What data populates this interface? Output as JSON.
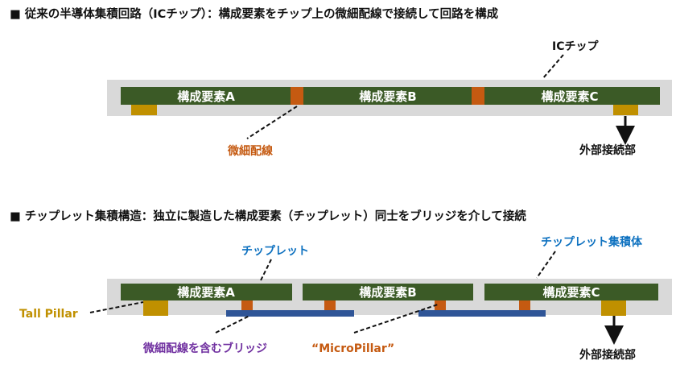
{
  "section1": {
    "title": "■ 従来の半導体集積回路（ICチップ）：構成要素をチップ上の微細配線で接続して回路を構成",
    "components": [
      "構成要素A",
      "構成要素B",
      "構成要素C"
    ],
    "labels": {
      "chip": "ICチップ",
      "wiring": "微細配線",
      "external": "外部接続部"
    }
  },
  "section2": {
    "title": "■ チップレット集積構造：独立に製造した構成要素（チップレット）同士をブリッジを介して接続",
    "components": [
      "構成要素A",
      "構成要素B",
      "構成要素C"
    ],
    "labels": {
      "chiplet": "チップレット",
      "assembly": "チップレット集積体",
      "tall_pillar": "Tall Pillar",
      "bridge": "微細配線を含むブリッジ",
      "micropillar": "“MicroPillar”",
      "external": "外部接続部"
    }
  },
  "colors": {
    "component": "#3b5a26",
    "wiring": "#c55a11",
    "pad": "#c09000",
    "bridge": "#2f5597",
    "substrate": "#d9d9d9",
    "blue_label": "#0f72c0",
    "purple_label": "#7030a0"
  }
}
